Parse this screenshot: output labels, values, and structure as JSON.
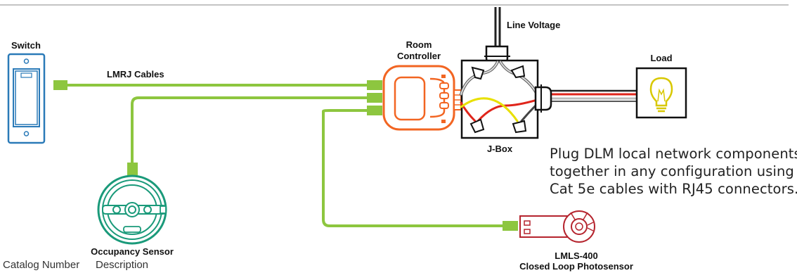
{
  "labels": {
    "switch": "Switch",
    "lmrj_cables": "LMRJ Cables",
    "room_controller_line1": "Room",
    "room_controller_line2": "Controller",
    "line_voltage": "Line Voltage",
    "load": "Load",
    "jbox": "J-Box",
    "occupancy_sensor": "Occupancy Sensor",
    "photosensor_line1": "LMLS-400",
    "photosensor_line2": "Closed Loop Photosensor"
  },
  "note_lines": [
    "Plug DLM local network components",
    "together in any configuration using",
    "Cat 5e cables with RJ45 connectors."
  ],
  "footer": {
    "col1": "Catalog Number",
    "col2": "Description"
  },
  "colors": {
    "cable_green": "#8dc63f",
    "controller_orange": "#f26522",
    "sensor_teal": "#1a9a7a",
    "photosensor_red": "#b5242e",
    "hot_wire": "#e0251b",
    "neutral_wire": "#cccccc",
    "control_wire": "#e8e000",
    "outline": "#111111"
  }
}
